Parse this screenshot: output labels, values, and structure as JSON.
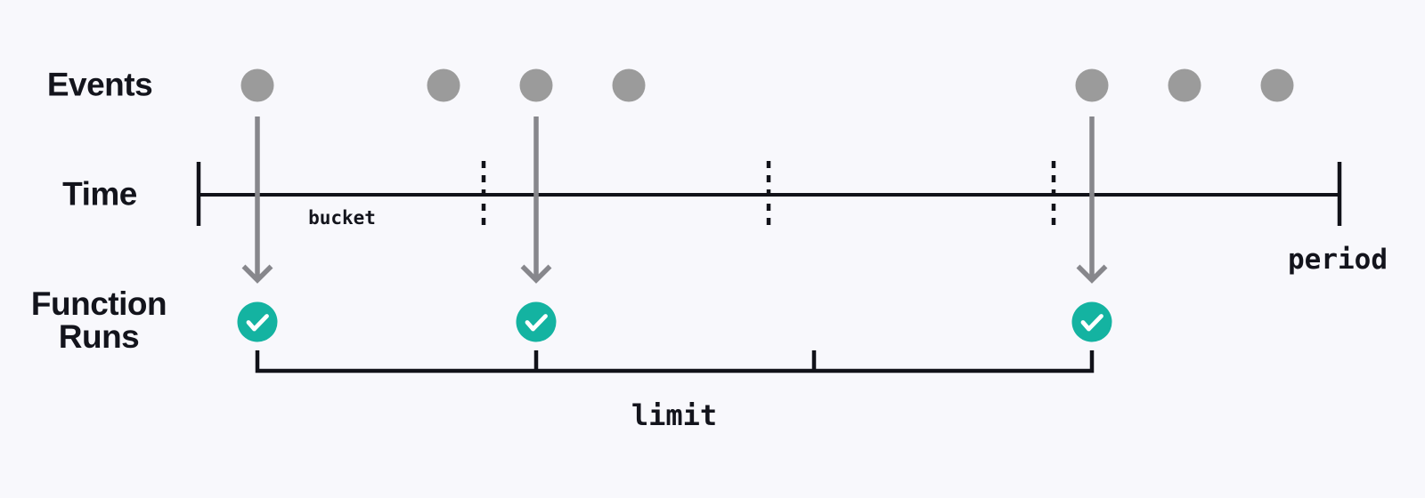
{
  "labels": {
    "events": "Events",
    "time": "Time",
    "function_runs_line1": "Function",
    "function_runs_line2": "Runs",
    "bucket": "bucket",
    "period": "period",
    "limit": "limit"
  },
  "diagram": {
    "event_count": 7,
    "events_with_function_run": 3,
    "bucket_segments": 4,
    "limit_bracket_segments": 3
  },
  "colors": {
    "background": "#f8f8fc",
    "text": "#13141c",
    "line": "#111219",
    "event_dot": "#9b9b9b",
    "arrow": "#87878c",
    "run_circle": "#14b3a1",
    "check": "#ffffff"
  }
}
